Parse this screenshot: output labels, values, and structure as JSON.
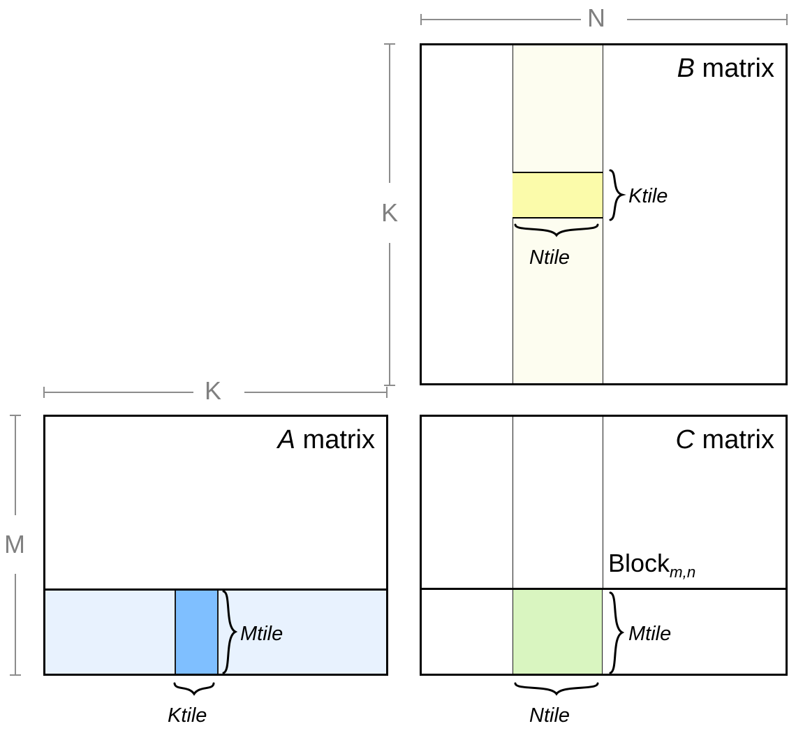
{
  "diagram": {
    "title": "Tiled matrix multiplication blocking diagram",
    "colors": {
      "outline": "#000000",
      "dim_line": "#8c8c8c",
      "dim_label": "#808080",
      "a_strip": "#e8f2fe",
      "a_tile": "#7fbfff",
      "b_strip": "#fdfdf0",
      "b_tile": "#fbfbaa",
      "c_tile": "#d9f5c0"
    }
  },
  "matrices": {
    "a": {
      "title_symbol": "A",
      "title_word": "matrix"
    },
    "b": {
      "title_symbol": "B",
      "title_word": "matrix"
    },
    "c": {
      "title_symbol": "C",
      "title_word": "matrix"
    }
  },
  "dimensions": {
    "n_top": "N",
    "k_left": "K",
    "k_top": "K",
    "m_left": "M"
  },
  "labels": {
    "b_ktile": "Ktile",
    "b_ntile": "Ntile",
    "a_mtile": "Mtile",
    "a_ktile": "Ktile",
    "c_mtile": "Mtile",
    "c_ntile": "Ntile",
    "c_block": "Block",
    "c_block_sub": "m,n"
  }
}
